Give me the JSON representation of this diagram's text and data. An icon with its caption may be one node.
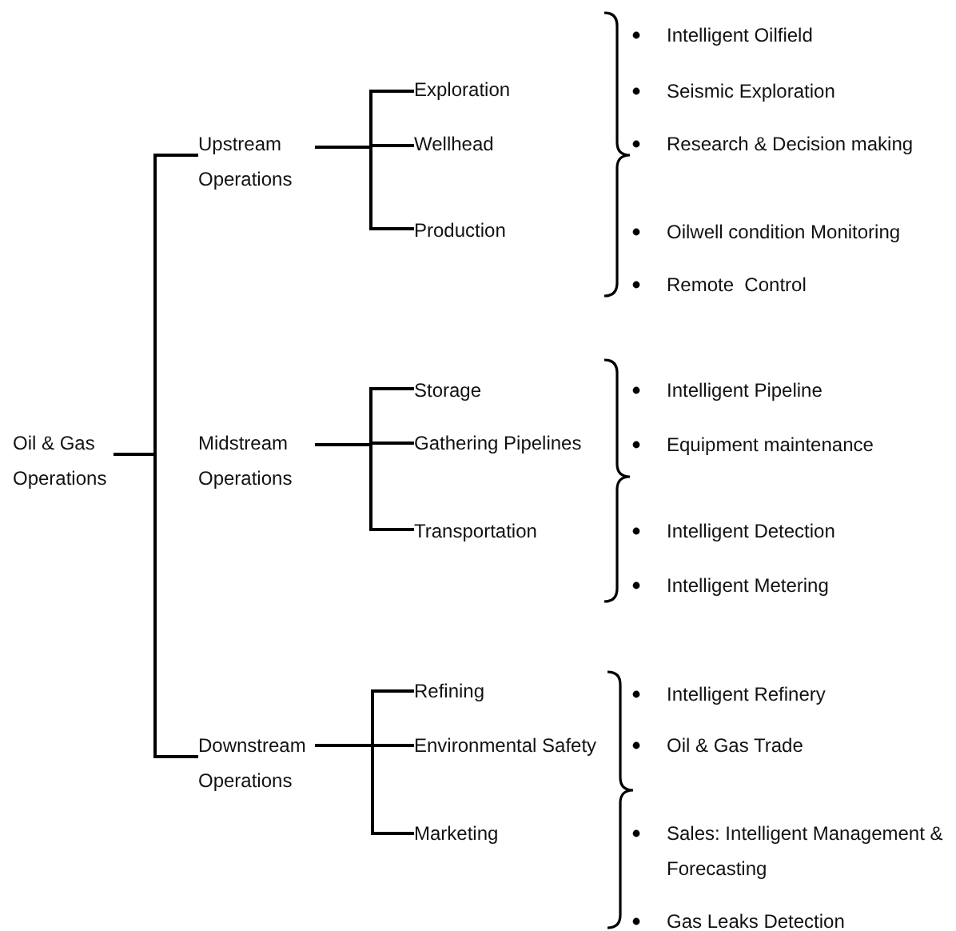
{
  "diagram": {
    "nodes": [
      {
        "text": [
          "Oil & Gas Operations"
        ]
      },
      {
        "text": [
          "Upstream Operations"
        ]
      },
      {
        "text": [
          "Midstream Operations"
        ]
      },
      {
        "text": [
          "Downstream Operations"
        ]
      },
      {
        "text": [
          "Exploration"
        ]
      },
      {
        "text": [
          "Wellhead"
        ]
      },
      {
        "text": [
          "Production"
        ]
      },
      {
        "text": [
          "Storage"
        ]
      },
      {
        "text": [
          "Gathering Pipelines"
        ]
      },
      {
        "text": [
          "Transportation"
        ]
      },
      {
        "text": [
          "Refining"
        ]
      },
      {
        "text": [
          "Environmental Safety"
        ]
      },
      {
        "text": [
          "Marketing"
        ]
      }
    ],
    "edges": [
      {
        "from": 0,
        "to": 1,
        "arrow": "none"
      },
      {
        "from": 0,
        "to": 3,
        "arrow": "none"
      },
      {
        "from": 1,
        "to": 4,
        "arrow": "none"
      },
      {
        "from": 1,
        "to": 5,
        "arrow": "none"
      },
      {
        "from": 1,
        "to": 6,
        "arrow": "none"
      },
      {
        "from": 2,
        "to": 7,
        "arrow": "none"
      },
      {
        "from": 2,
        "to": 8,
        "arrow": "none"
      },
      {
        "from": 2,
        "to": 9,
        "arrow": "none"
      },
      {
        "from": 3,
        "to": 10,
        "arrow": "none"
      },
      {
        "from": 3,
        "to": 11,
        "arrow": "none"
      },
      {
        "from": 3,
        "to": 12,
        "arrow": "none"
      }
    ],
    "labels": [
      "Intelligent Oilfield",
      "Seismic Exploration",
      "Research & Decision making",
      "Oilwell condition Monitoring",
      "Remote  Control",
      "Intelligent Pipeline",
      "Equipment maintenance",
      "Intelligent Detection",
      "Intelligent Metering",
      "Intelligent Refinery",
      "Oil & Gas Trade",
      "Sales: Intelligent Management & Forecasting",
      "Gas Leaks Detection"
    ]
  }
}
